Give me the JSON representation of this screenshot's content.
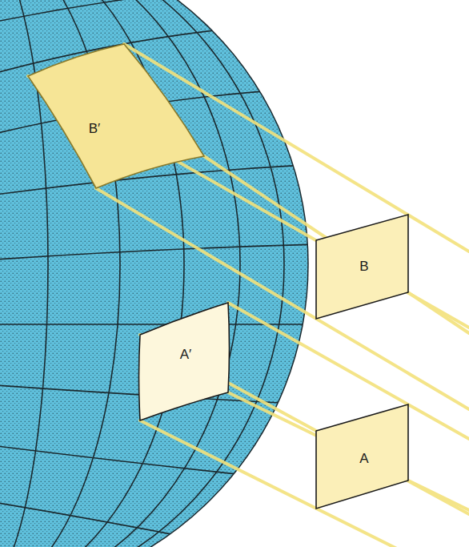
{
  "diagram": {
    "nodes": [
      {
        "text": [
          "B′"
        ]
      },
      {
        "text": [
          "B"
        ]
      },
      {
        "text": [
          "A′"
        ]
      },
      {
        "text": [
          "A"
        ]
      }
    ]
  }
}
